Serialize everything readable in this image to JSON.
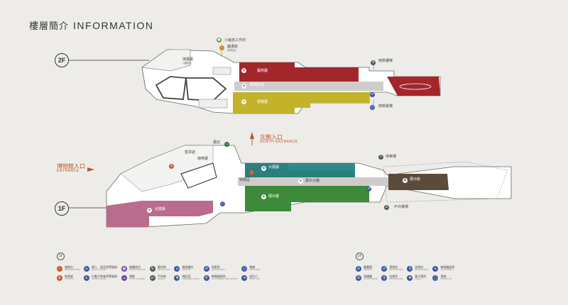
{
  "header": {
    "title_zh": "樓層簡介",
    "title_en": "INFORMATION"
  },
  "floors": {
    "upper": "2F",
    "lower": "1F"
  },
  "entrances": {
    "north_zh": "北側入口",
    "north_en": "NORTH ENTRANCE",
    "main_zh": "博物館入口",
    "main_en": "ENTRANCE"
  },
  "rooms_2f": [
    {
      "key": "kids_workshop",
      "name": "小龜孩工作坊",
      "sub": ""
    },
    {
      "key": "library",
      "name": "圖書館",
      "sub": "(閱覽室)"
    },
    {
      "key": "gallery_a",
      "name": "藝術廳",
      "sub": ""
    },
    {
      "key": "lecture",
      "name": "演講廳",
      "sub": "(視聽室)"
    },
    {
      "key": "corridor",
      "name": "廣場步道",
      "sub": ""
    },
    {
      "key": "gallery_b",
      "name": "展覽廳",
      "sub": ""
    },
    {
      "key": "east_stair",
      "name": "南側樓梯",
      "sub": ""
    },
    {
      "key": "elevator_2f",
      "name": "南側電梯",
      "sub": ""
    }
  ],
  "rooms_1f": [
    {
      "key": "ticket",
      "name": "售票處",
      "sub": ""
    },
    {
      "key": "cafe",
      "name": "咖啡廳",
      "sub": ""
    },
    {
      "key": "shop",
      "name": "賣店",
      "sub": ""
    },
    {
      "key": "hall",
      "name": "特展區",
      "sub": ""
    },
    {
      "key": "special",
      "name": "大展廳",
      "sub": ""
    },
    {
      "key": "great_hall",
      "name": "展示大廳",
      "sub": ""
    },
    {
      "key": "green_hall",
      "name": "展示廳",
      "sub": ""
    },
    {
      "key": "brown_hall",
      "name": "展示館",
      "sub": ""
    },
    {
      "key": "pink_hall",
      "name": "兒童廳",
      "sub": ""
    },
    {
      "key": "parking",
      "name": "停車場",
      "sub": ""
    },
    {
      "key": "north_door",
      "name": "北側入口",
      "sub": ""
    },
    {
      "key": "outdoor",
      "name": "戶外廣場",
      "sub": ""
    }
  ],
  "legend_1f": {
    "label": "1F",
    "items": [
      {
        "icon": "i",
        "color": "#c55a2b",
        "zh": "服務台",
        "en": "INFORMATION"
      },
      {
        "icon": "$",
        "color": "#c55a2b",
        "zh": "售票處",
        "en": "TICKETS"
      },
      {
        "icon": "♿",
        "color": "#3b5998",
        "zh": "個人、語音導覽服務",
        "en": "AUDIO GUIDE"
      },
      {
        "icon": "♿",
        "color": "#3b5998",
        "zh": "行動不便者導覽服務",
        "en": "WHEELCHAIR"
      },
      {
        "icon": "▦",
        "color": "#6f4aa3",
        "zh": "典藏商品",
        "en": "MUSEUM SHOP"
      },
      {
        "icon": "☕",
        "color": "#6f4aa3",
        "zh": "餐飲",
        "en": "FOOD & DRINK"
      },
      {
        "icon": "⇅",
        "color": "#555",
        "zh": "電扶梯",
        "en": "ESCALATOR"
      },
      {
        "icon": "⇄",
        "color": "#555",
        "zh": "手扶梯",
        "en": "STAIRS"
      },
      {
        "icon": "⌂",
        "color": "#3b5998",
        "zh": "服務櫃台",
        "en": "SERVICE"
      },
      {
        "icon": "✚",
        "color": "#3b5998",
        "zh": "哺乳室",
        "en": "NURSING ROOM"
      },
      {
        "icon": "♂",
        "color": "#3b5998",
        "zh": "男廁所",
        "en": "RESTROOMS"
      },
      {
        "icon": "♀",
        "color": "#3b5998",
        "zh": "無障礙廁所",
        "en": "ACCESSIBLE RESTROOM"
      },
      {
        "icon": "▢",
        "color": "#3b5998",
        "zh": "電梯",
        "en": "ELEVATOR"
      },
      {
        "icon": "➜",
        "color": "#3b5998",
        "zh": "逃生口",
        "en": "FIRST AID"
      }
    ]
  },
  "legend_2f": {
    "label": "2F",
    "items": [
      {
        "icon": "☰",
        "color": "#3b5998",
        "zh": "圖書館",
        "en": "LIBRARY"
      },
      {
        "icon": "☰",
        "color": "#3b5998",
        "zh": "演講廳",
        "en": "AUDITORIUM"
      },
      {
        "icon": "♂",
        "color": "#3b5998",
        "zh": "男廁所",
        "en": "RESTROOMS"
      },
      {
        "icon": "♀",
        "color": "#3b5998",
        "zh": "女廁所",
        "en": "RESTROOMS"
      },
      {
        "icon": "♀",
        "color": "#3b5998",
        "zh": "女廁所",
        "en": "RESTROOMS"
      },
      {
        "icon": "✚",
        "color": "#3b5998",
        "zh": "親子廁所",
        "en": "FAMILY"
      },
      {
        "icon": "♿",
        "color": "#3b5998",
        "zh": "無障礙廁所",
        "en": "ACCESSIBLE"
      },
      {
        "icon": "▢",
        "color": "#3b5998",
        "zh": "電梯",
        "en": "ELEVATOR"
      }
    ]
  },
  "colors": {
    "red": "#a3262b",
    "olive": "#c2b32b",
    "teal": "#2a7f7f",
    "green": "#3d8a3a",
    "brown": "#5c4a3a",
    "pink": "#b96c8c",
    "accent": "#b5552f"
  }
}
